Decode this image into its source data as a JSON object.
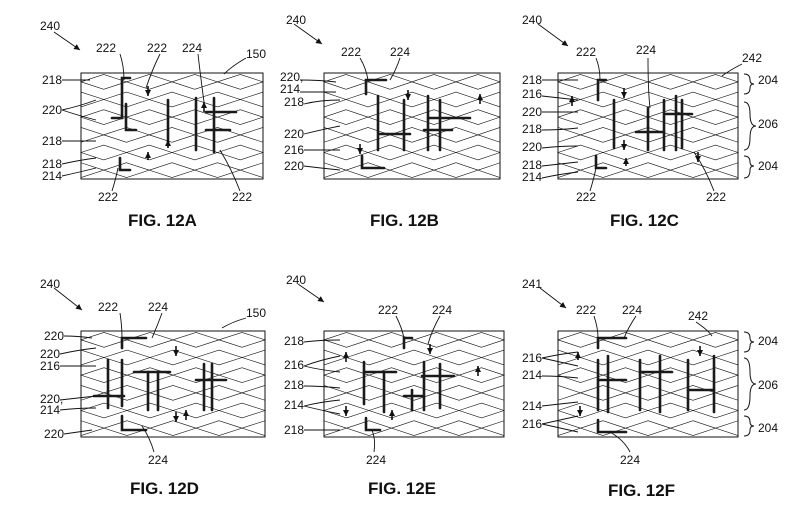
{
  "colors": {
    "ink": "#111111",
    "paper": "#ffffff",
    "thread": "#1a1a1a"
  },
  "figures": [
    {
      "caption": "FIG. 12A",
      "refs": [
        "240",
        "222",
        "222",
        "224",
        "150",
        "218",
        "220",
        "218",
        "218",
        "214",
        "222",
        "222"
      ]
    },
    {
      "caption": "FIG. 12B",
      "refs": [
        "240",
        "222",
        "224",
        "220,",
        "214",
        "218",
        "220",
        "216",
        "220"
      ]
    },
    {
      "caption": "FIG. 12C",
      "refs": [
        "240",
        "222",
        "224",
        "242",
        "204",
        "218",
        "216",
        "220",
        "218",
        "220",
        "206",
        "218",
        "214",
        "204",
        "222",
        "222"
      ]
    },
    {
      "caption": "FIG. 12D",
      "refs": [
        "240",
        "222",
        "224",
        "150",
        "220",
        "220",
        "216",
        "220,",
        "214",
        "220",
        "224"
      ]
    },
    {
      "caption": "FIG. 12E",
      "refs": [
        "240",
        "222",
        "224",
        "218",
        "216",
        "218",
        "214",
        "218",
        "224"
      ]
    },
    {
      "caption": "FIG. 12F",
      "refs": [
        "241",
        "222",
        "224",
        "242",
        "204",
        "216",
        "214",
        "206",
        "214",
        "216",
        "204",
        "224"
      ]
    }
  ]
}
